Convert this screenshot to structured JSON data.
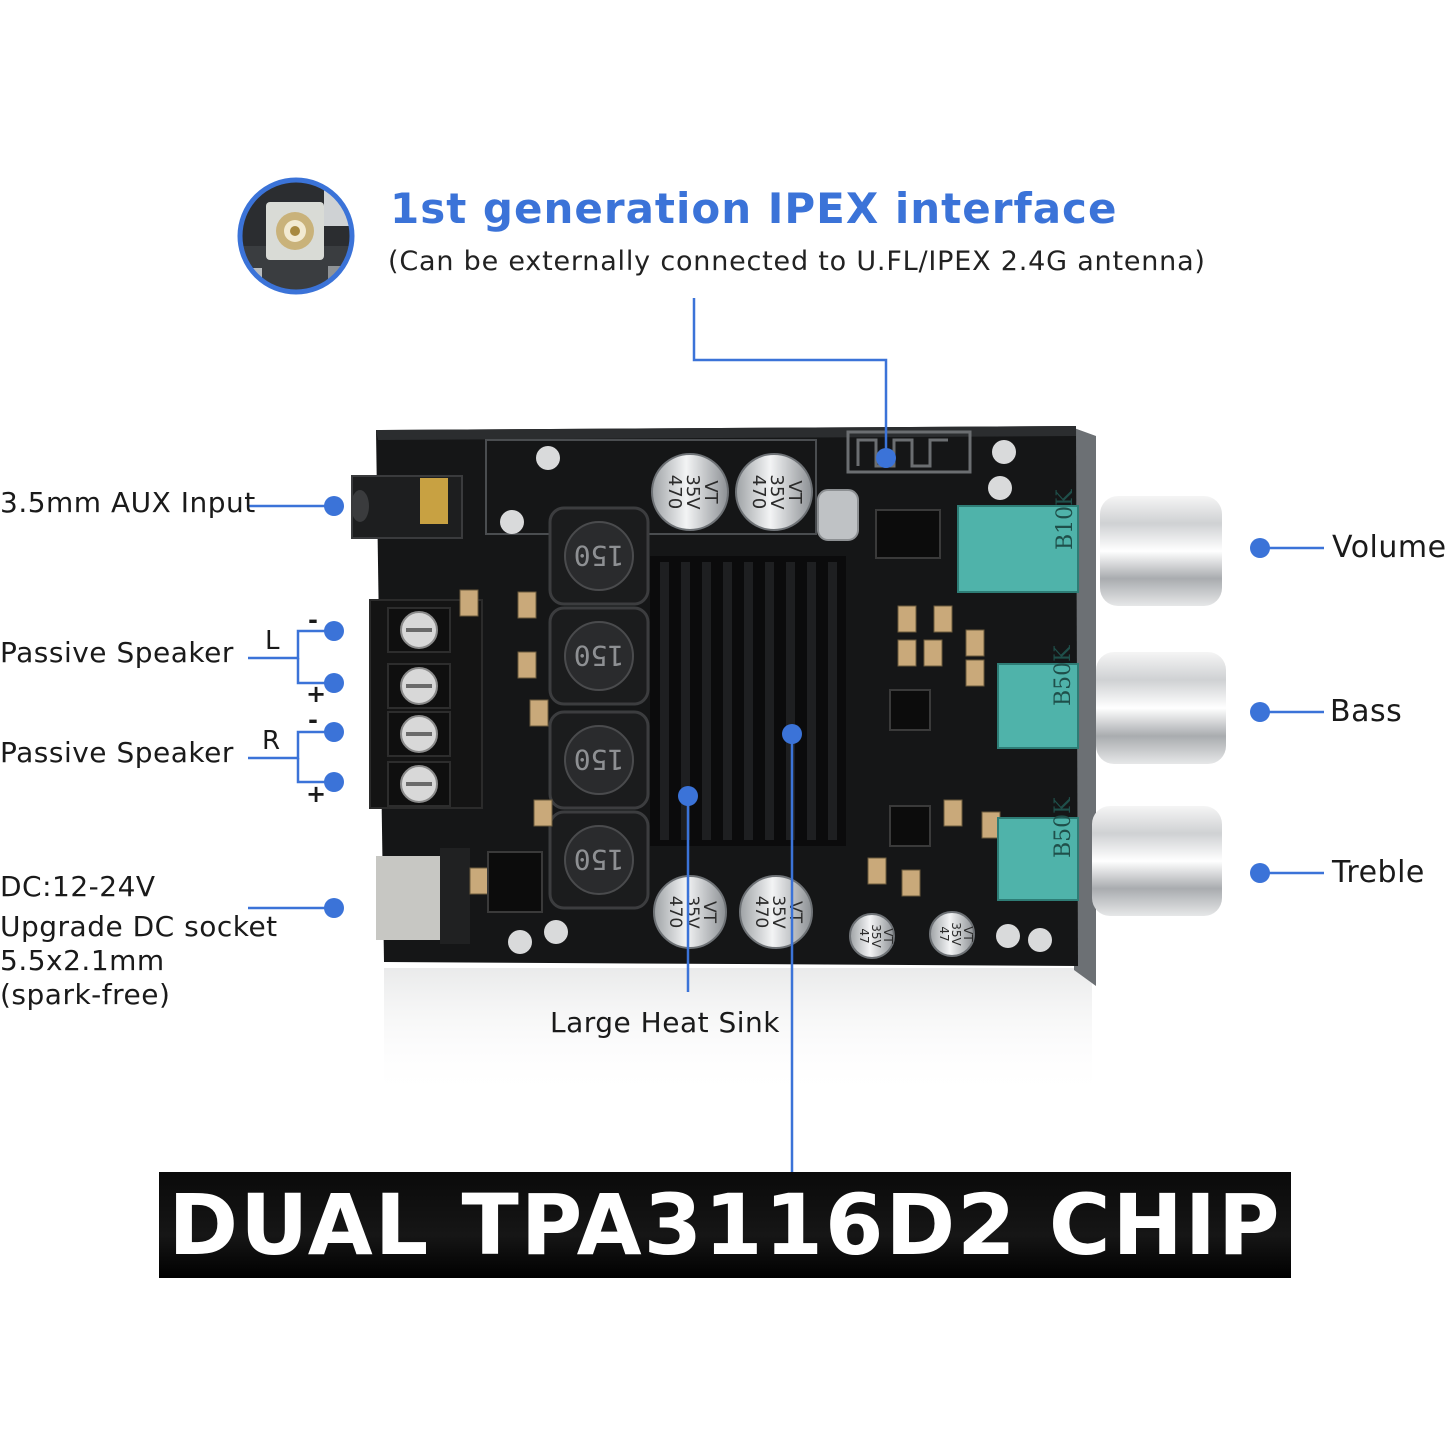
{
  "header": {
    "title": "1st generation IPEX interface",
    "subtitle": "(Can be externally connected to U.FL/IPEX 2.4G antenna)"
  },
  "left_labels": {
    "aux": "3.5mm AUX Input",
    "speaker_left": "Passive Speaker",
    "speaker_right": "Passive Speaker",
    "channel_l": "L",
    "channel_r": "R",
    "minus": "-",
    "plus": "+",
    "dc_lines": [
      "DC:12-24V",
      "Upgrade DC socket",
      "5.5x2.1mm",
      "(spark-free)"
    ]
  },
  "right_labels": {
    "volume": "Volume",
    "bass": "Bass",
    "treble": "Treble"
  },
  "bottom_labels": {
    "heat_sink": "Large Heat Sink",
    "banner": "DUAL TPA3116D2 CHIP"
  },
  "board_markings": {
    "inductor": "150",
    "cap_large": [
      "470",
      "35V",
      "VT"
    ],
    "cap_small": [
      "47",
      "35V",
      "VT"
    ],
    "pot_volume": "B10K",
    "pot_bass": "B50K",
    "pot_treble": "B50K"
  },
  "colors": {
    "accent": "#3b73d8",
    "pcb": "#151617",
    "pot": "#4fb3aa",
    "banner": "#0d0d0d"
  }
}
